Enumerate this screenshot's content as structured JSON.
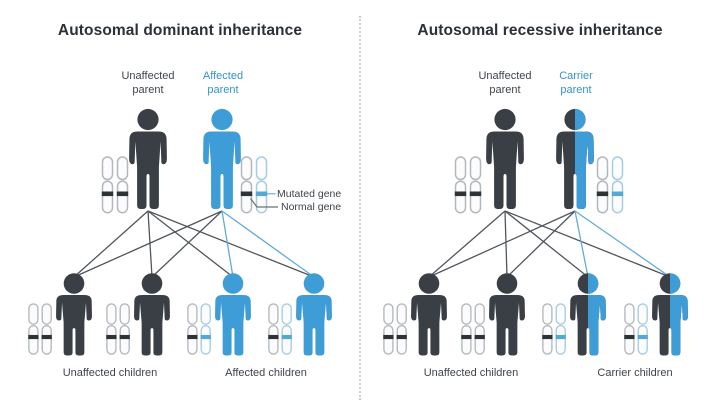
{
  "panels": {
    "dominant": {
      "title": "Autosomal dominant inheritance",
      "parents": {
        "left_label": "Unaffected\nparent",
        "right_label": "Affected\nparent"
      },
      "legend": {
        "mutated_label": "Mutated gene",
        "normal_label": "Normal gene"
      },
      "children": {
        "left_label": "Unaffected children",
        "right_label": "Affected children"
      }
    },
    "recessive": {
      "title": "Autosomal recessive inheritance",
      "parents": {
        "left_label": "Unaffected\nparent",
        "right_label": "Carrier\nparent"
      },
      "children": {
        "left_label": "Unaffected children",
        "right_label": "Carrier children"
      }
    }
  },
  "colors": {
    "unaffected_figure": "#3a3f46",
    "affected_figure": "#3e9cd6",
    "mutated_gene_band": "#55a7d5",
    "normal_gene_band": "#2e3338",
    "chromosome_outline": "#b2b8be",
    "chromosome_outline_mutated": "#a6cce3",
    "line_dark": "#51565c",
    "line_blue": "#62aad7",
    "blue_text": "#3494cc",
    "dark_text": "#3f444b",
    "divider": "#ccced1"
  }
}
